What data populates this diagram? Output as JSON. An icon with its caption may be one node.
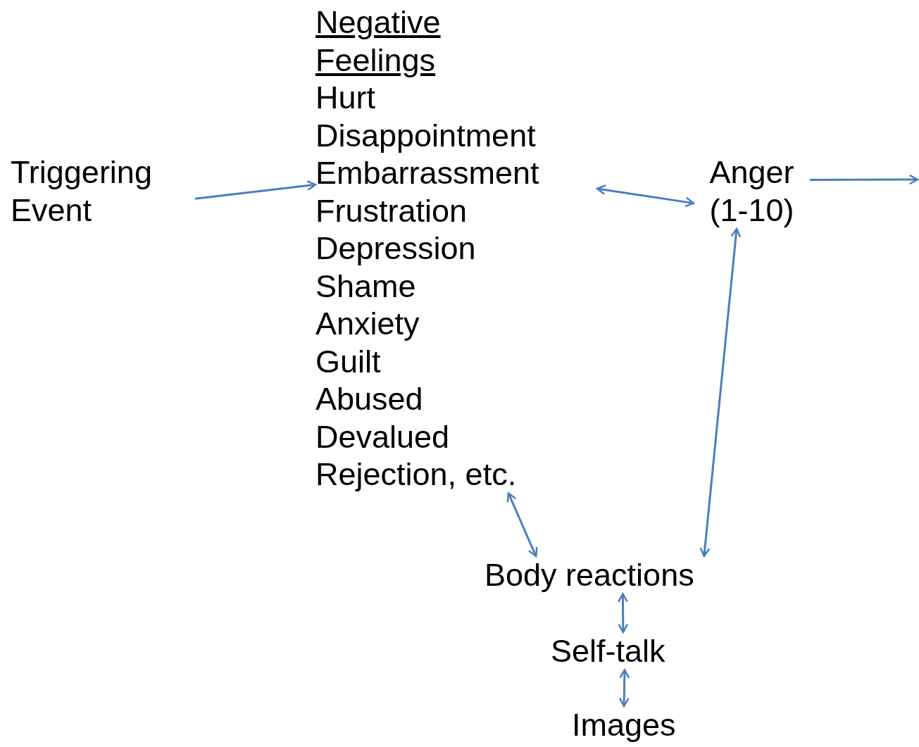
{
  "diagram": {
    "nodes": [
      {
        "text": [
          "Triggering Event"
        ]
      },
      {
        "text": [
          "Negative Feelings",
          "Hurt",
          "Disappointment",
          "Embarrassment",
          "Frustration",
          "Depression",
          "Shame",
          "Anxiety",
          "Guilt",
          "Abused",
          "Devalued",
          "Rejection, etc."
        ]
      },
      {
        "text": [
          "Anger (1-10)"
        ]
      },
      {
        "text": [
          "Body reactions"
        ]
      },
      {
        "text": [
          "Self-talk"
        ]
      },
      {
        "text": [
          "Images"
        ]
      }
    ],
    "edges": [
      {
        "from": 0,
        "to": 1,
        "arrow": "to"
      },
      {
        "from": 1,
        "to": 2,
        "arrow": "both"
      },
      {
        "from": 2,
        "to": null,
        "arrow": "to"
      },
      {
        "from": 2,
        "to": 3,
        "arrow": "both"
      },
      {
        "from": 1,
        "to": 3,
        "arrow": "both"
      },
      {
        "from": 3,
        "to": 4,
        "arrow": "both"
      },
      {
        "from": 4,
        "to": 5,
        "arrow": "both"
      }
    ]
  }
}
